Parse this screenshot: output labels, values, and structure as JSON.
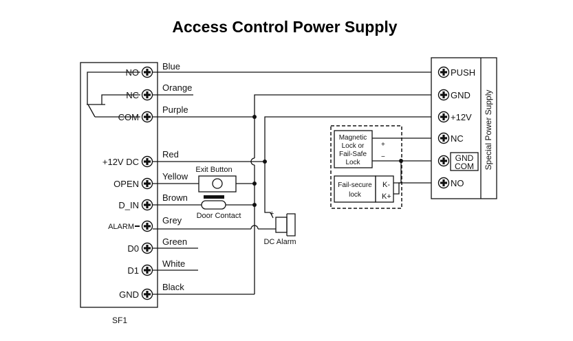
{
  "title": "Access Control Power Supply",
  "controller": {
    "name": "SF1",
    "terminals": [
      "NO",
      "NC",
      "COM",
      "+12V DC",
      "OPEN",
      "D_IN",
      "ALARM",
      "D0",
      "D1",
      "GND"
    ],
    "wire_colors": [
      "Blue",
      "Orange",
      "Purple",
      "Red",
      "Yellow",
      "Brown",
      "Grey",
      "Green",
      "White",
      "Black"
    ]
  },
  "power_supply": {
    "name": "Special Power Supply",
    "terminals": [
      "PUSH",
      "GND",
      "+12V",
      "NC",
      "NO"
    ],
    "gnd_com": [
      "GND",
      "COM"
    ]
  },
  "components": {
    "exit_button": "Exit Button",
    "door_contact": "Door Contact",
    "dc_alarm": "DC Alarm",
    "alarm_plus": "+",
    "alarm_minus": "−"
  },
  "locks": {
    "magnetic": [
      "Magnetic",
      "Lock or",
      "Fail-Safe",
      "Lock"
    ],
    "mag_plus": "+",
    "mag_minus": "−",
    "fail_secure": [
      "Fail-secure",
      "lock"
    ],
    "k_minus": "K-",
    "k_plus": "K+"
  },
  "colors": {
    "line": "#111111",
    "background": "#ffffff"
  }
}
